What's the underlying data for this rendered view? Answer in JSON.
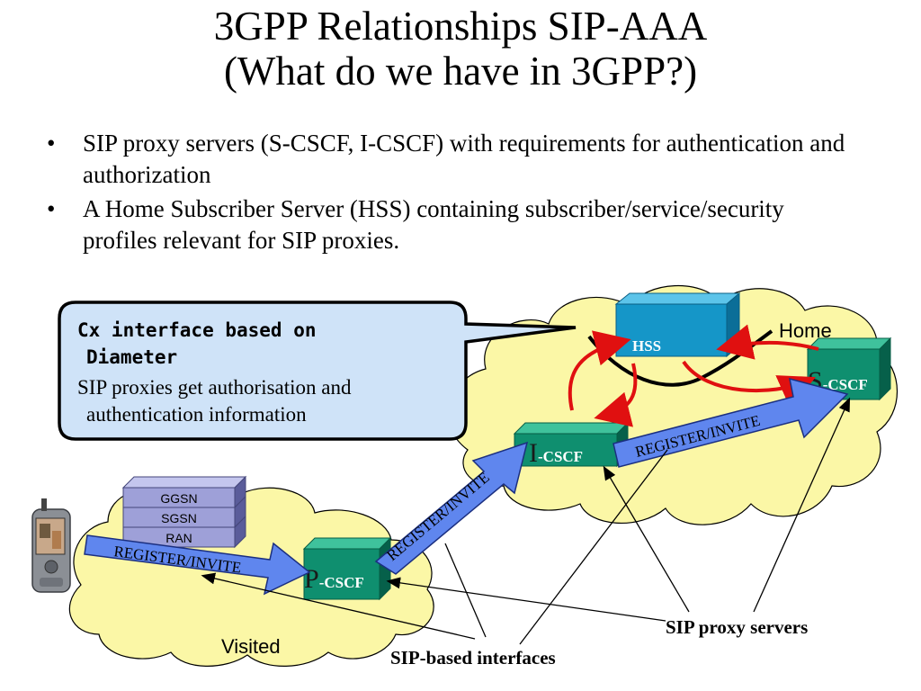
{
  "slide": {
    "title_line1": "3GPP Relationships SIP-AAA",
    "title_line2": "(What do we have in 3GPP?)",
    "bullets": [
      "SIP proxy servers (S-CSCF, I-CSCF) with requirements for authentication and authorization",
      "A Home Subscriber Server (HSS) containing subscriber/service/security profiles relevant for SIP proxies."
    ],
    "bullet_glyph": "•"
  },
  "callout": {
    "heading_line1": "Cx interface based on",
    "heading_line2": "Diameter",
    "body_line1": "SIP proxies get authorisation and",
    "body_line2": "authentication information"
  },
  "diagram": {
    "home_label": "Home",
    "visited_label": "Visited",
    "hss_label": "HSS",
    "scscf": {
      "big": "S",
      "small": "-CSCF"
    },
    "icscf": {
      "big": "I",
      "small": "-CSCF"
    },
    "pcscf": {
      "big": "P",
      "small": "-CSCF"
    },
    "stack": [
      "GGSN",
      "SGSN",
      "RAN"
    ],
    "arrow_labels": [
      "REGISTER/INVITE",
      "REGISTER/INVITE",
      "REGISTER/INVITE"
    ],
    "legend_proxy": "SIP proxy servers",
    "legend_interfaces": "SIP-based interfaces"
  },
  "colors": {
    "cloud_fill": "#fbf7a6",
    "callout_fill": "#cfe3f8",
    "arrow_blue": "#5f86ee",
    "cscf_green": "#0f8f6f",
    "hss_blue": "#1596c8",
    "stack_purple": "#9ea0d8",
    "red": "#e01010"
  }
}
